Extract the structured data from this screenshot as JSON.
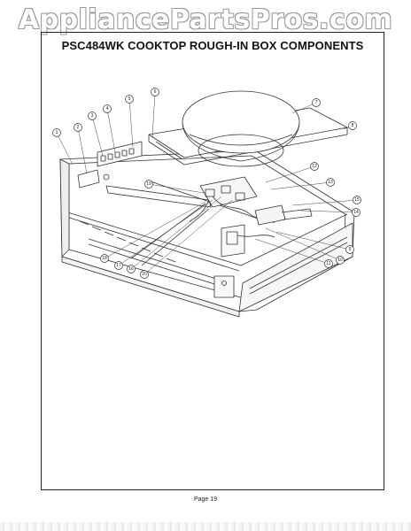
{
  "watermark": "AppliancePartsPros.com",
  "title": "PSC484WK COOKTOP ROUGH-IN BOX COMPONENTS",
  "footer": "Page 19",
  "callouts": [
    "1",
    "2",
    "3",
    "4",
    "5",
    "6",
    "7",
    "8",
    "9",
    "10",
    "11",
    "12",
    "13",
    "14",
    "15",
    "16",
    "17",
    "18",
    "19",
    "20"
  ]
}
